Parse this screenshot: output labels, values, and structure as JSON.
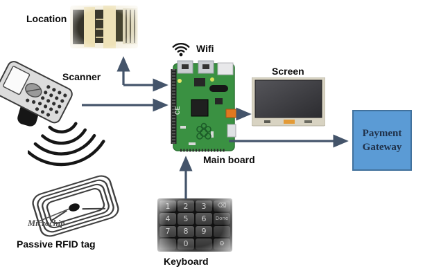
{
  "labels": {
    "location": "Location",
    "scanner": "Scanner",
    "wifi": "Wifi",
    "screen": "Screen",
    "main_board": "Main board",
    "keyboard": "Keyboard",
    "microchip": "Microchip",
    "passive_rfid_tag": "Passive RFID tag"
  },
  "payment_gateway": {
    "line1": "Payment",
    "line2": "Gateway"
  },
  "keyboard_keys": {
    "rows": [
      [
        "1",
        "2",
        "3",
        "⌫"
      ],
      [
        "4",
        "5",
        "6",
        "Done"
      ],
      [
        "7",
        "8",
        "9",
        ""
      ],
      [
        "",
        "0",
        "",
        "⚙"
      ]
    ]
  },
  "board": {
    "ce_mark": "CE"
  },
  "icons": {
    "wifi": "wifi-icon",
    "backspace_key": "backspace-icon",
    "settings_key": "gear-icon",
    "rfid_waves": "radio-waves-icon"
  },
  "colors": {
    "arrow": "#44546A",
    "payment_fill": "#5B9BD5",
    "payment_border": "#41719C",
    "payment_text": "#1F3048",
    "pcb_green": "#3A9142",
    "shelf_cream": "#ECDFB2",
    "screen_bezel": "#D8D3C2"
  }
}
